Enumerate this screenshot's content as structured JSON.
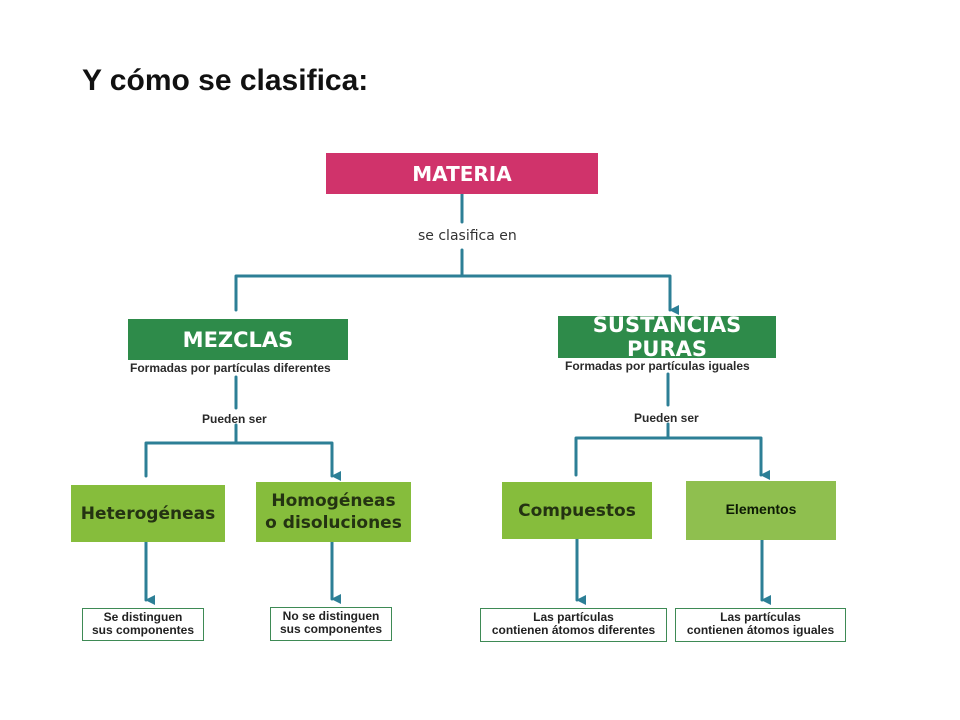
{
  "title": "Y cómo se clasifica:",
  "diagram": {
    "root": "MATERIA",
    "root_link": "se clasifica en",
    "mezclas": {
      "label": "MEZCLAS",
      "description": "Formadas por partículas diferentes",
      "link": "Pueden ser",
      "children": [
        {
          "label_lines": [
            "Heterogéneas"
          ],
          "leaf_lines": [
            "Se distinguen",
            "sus componentes"
          ]
        },
        {
          "label_lines": [
            "Homogéneas",
            "o disoluciones"
          ],
          "leaf_lines": [
            "No se distinguen",
            "sus componentes"
          ]
        }
      ]
    },
    "sustancias": {
      "label": "SUSTANCIAS PURAS",
      "description": "Formadas por partículas iguales",
      "link": "Pueden ser",
      "children": [
        {
          "label_lines": [
            "Compuestos"
          ],
          "leaf_lines": [
            "Las partículas",
            "contienen átomos diferentes"
          ]
        },
        {
          "label_lines": [
            "Elementos"
          ],
          "leaf_lines": [
            "Las partículas",
            "contienen átomos iguales"
          ]
        }
      ]
    }
  },
  "colors": {
    "root": "#d0336b",
    "level2": "#2e8b4a",
    "level3": "#86bd3c",
    "connector": "#2d7f96"
  }
}
